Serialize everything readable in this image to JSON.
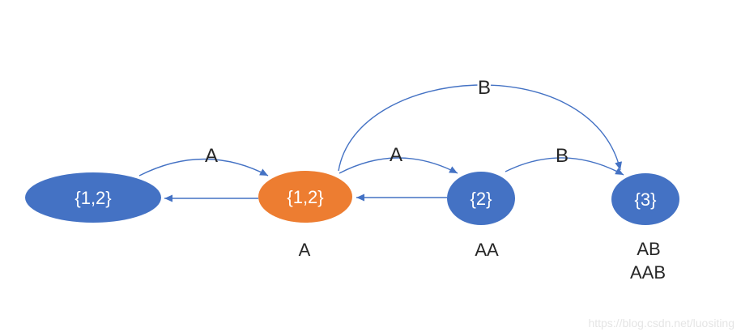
{
  "page": {
    "background": "#FFFFFF"
  },
  "colors": {
    "edge_stroke": "#4472C4",
    "edge_label": "#262626",
    "caption_text": "#262626",
    "node_text": "#FFFFFF",
    "node_blue": "#4472C4",
    "node_orange": "#ED7D31",
    "watermark_text": "#E5E5E5"
  },
  "diagram": {
    "type": "state-transition-diagram",
    "nodes": [
      {
        "id": "start",
        "label": "{1,2}",
        "caption": "",
        "fill": "#4472C4"
      },
      {
        "id": "after-a",
        "label": "{1,2}",
        "caption": "A",
        "fill": "#ED7D31"
      },
      {
        "id": "after-aa",
        "label": "{2}",
        "caption": "AA",
        "fill": "#4472C4"
      },
      {
        "id": "after-ab",
        "label": "{3}",
        "caption_lines": [
          "AB",
          "AAB"
        ],
        "fill": "#4472C4"
      }
    ],
    "edges": [
      {
        "from": "start",
        "to": "after-a",
        "label": "A"
      },
      {
        "from": "after-a",
        "to": "start",
        "label": ""
      },
      {
        "from": "after-a",
        "to": "after-aa",
        "label": "A"
      },
      {
        "from": "after-aa",
        "to": "after-a",
        "label": ""
      },
      {
        "from": "after-aa",
        "to": "after-ab",
        "label": "B"
      },
      {
        "from": "after-a",
        "to": "after-ab",
        "label": "B"
      }
    ]
  },
  "watermark": {
    "text": "https://blog.csdn.net/luositing"
  }
}
